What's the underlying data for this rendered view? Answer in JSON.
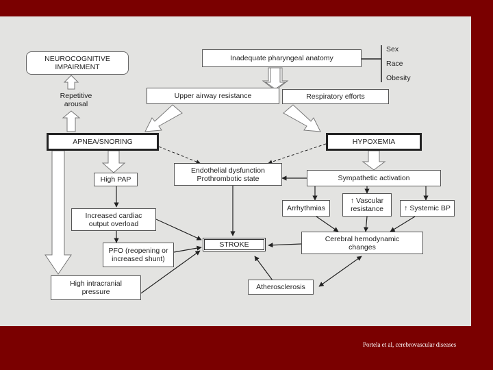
{
  "diagram": {
    "neurocognitive": "NEUROCOGNITIVE\nIMPAIRMENT",
    "repetitive_arousal": "Repetitive\narousal",
    "inadequate_anatomy": "Inadequate pharyngeal anatomy",
    "sex": "Sex",
    "race": "Race",
    "obesity": "Obesity",
    "upper_airway": "Upper airway resistance",
    "respiratory_efforts": "Respiratory efforts",
    "apnea": "APNEA/SNORING",
    "hypoxemia": "HYPOXEMIA",
    "endothelial": "Endothelial dysfunction\nProthrombotic state",
    "high_pap": "High PAP",
    "sympathetic": "Sympathetic activation",
    "arrhythmias": "Arrhythmias",
    "vascular": "↑  Vascular\nresistance",
    "systemic_bp": "↑ Systemic BP",
    "cardiac_output": "Increased cardiac\noutput overload",
    "stroke": "STROKE",
    "cerebral": "Cerebral hemodynamic\nchanges",
    "pfo": "PFO (reopening or\nincreased shunt)",
    "intracranial": "High intracranial\npressure",
    "atherosclerosis": "Atherosclerosis"
  },
  "caption": "Portela et al, cerebrovascular diseases",
  "colors": {
    "frame": "#7a0000",
    "slide": "#e3e3e1",
    "line": "#222222"
  }
}
